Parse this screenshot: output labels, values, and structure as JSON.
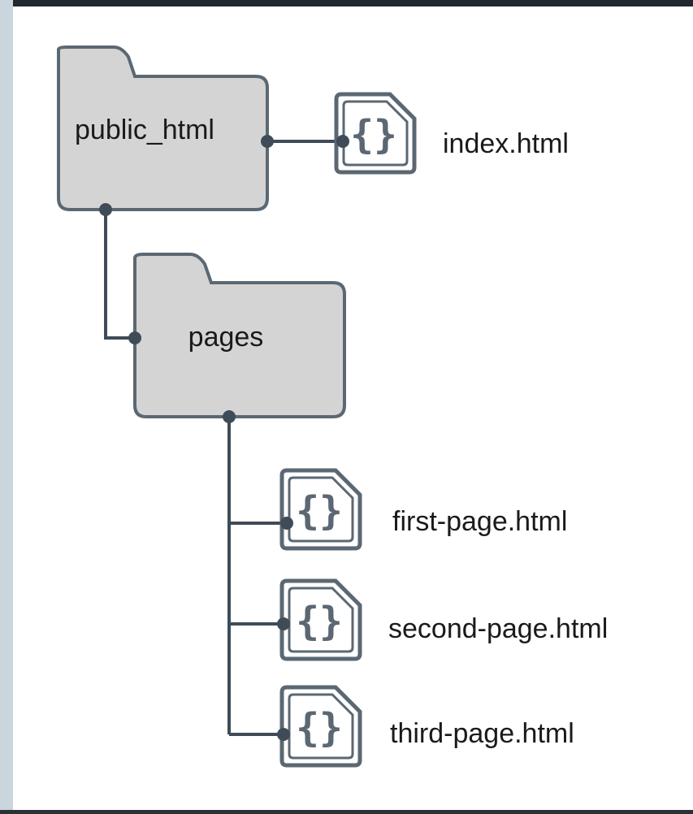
{
  "diagram": {
    "root_folder": {
      "label": "public_html"
    },
    "sub_folder": {
      "label": "pages"
    },
    "files": [
      {
        "label": "index.html"
      },
      {
        "label": "first-page.html"
      },
      {
        "label": "second-page.html"
      },
      {
        "label": "third-page.html"
      }
    ],
    "file_icon_glyph": "{}"
  },
  "colors": {
    "folder_fill": "#d4d4d4",
    "stroke": "#5b6873",
    "connector": "#3f4c57",
    "text": "#1a1a1a"
  }
}
